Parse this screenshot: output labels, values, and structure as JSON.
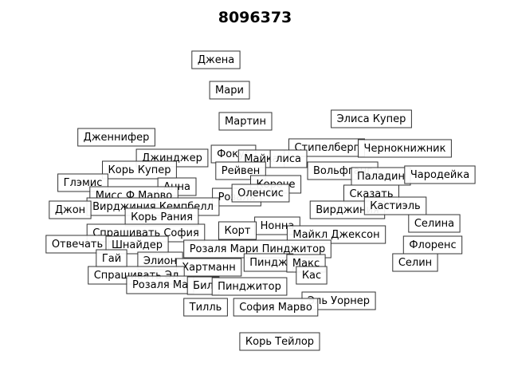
{
  "title": "8096373",
  "colors": {
    "edge": "#d98be0",
    "node_fill": "#ffffff",
    "node_border": "#333333",
    "text": "#000000"
  },
  "nodes": [
    {
      "id": "n01",
      "label": "Джена"
    },
    {
      "id": "n02",
      "label": "Мари"
    },
    {
      "id": "n03",
      "label": "Мартин"
    },
    {
      "id": "n04",
      "label": "Элиса Купер"
    },
    {
      "id": "n05",
      "label": "Дженнифер"
    },
    {
      "id": "n06",
      "label": "Стипелберг"
    },
    {
      "id": "n07",
      "label": "Чернокнижник"
    },
    {
      "id": "n08",
      "label": "Фокус"
    },
    {
      "id": "n09",
      "label": "Джинджер"
    },
    {
      "id": "n10",
      "label": "Майка"
    },
    {
      "id": "n11",
      "label": "лиса"
    },
    {
      "id": "n12",
      "label": "Корь Купер"
    },
    {
      "id": "n13",
      "label": "Рейвен"
    },
    {
      "id": "n14",
      "label": "Вольфганг"
    },
    {
      "id": "n15",
      "label": "Паладин"
    },
    {
      "id": "n16",
      "label": "Чародейка"
    },
    {
      "id": "n17",
      "label": "Глэмис"
    },
    {
      "id": "n18",
      "label": "Короче"
    },
    {
      "id": "n19",
      "label": "Анна"
    },
    {
      "id": "n20",
      "label": "Сказать"
    },
    {
      "id": "n21",
      "label": "Мисс Ф Марво"
    },
    {
      "id": "n22",
      "label": "Розаля"
    },
    {
      "id": "n23",
      "label": "Оленсис"
    },
    {
      "id": "n24",
      "label": "Вирджиния Кемпбелл"
    },
    {
      "id": "n25",
      "label": "Вирджиния"
    },
    {
      "id": "n26",
      "label": "Кастиэль"
    },
    {
      "id": "n27",
      "label": "Джон"
    },
    {
      "id": "n28",
      "label": "Корь Рания"
    },
    {
      "id": "n29",
      "label": "Селина"
    },
    {
      "id": "n30",
      "label": "Нонна"
    },
    {
      "id": "n31",
      "label": "Спрашивать София"
    },
    {
      "id": "n32",
      "label": "Корт"
    },
    {
      "id": "n33",
      "label": "Майкл Джексон"
    },
    {
      "id": "n34",
      "label": "Отвечать"
    },
    {
      "id": "n35",
      "label": "Шнайдер"
    },
    {
      "id": "n36",
      "label": "Флоренс"
    },
    {
      "id": "n37",
      "label": "Розаля Мари Пинджитор"
    },
    {
      "id": "n38",
      "label": "Гай"
    },
    {
      "id": "n39",
      "label": "Элион"
    },
    {
      "id": "n40",
      "label": "Пиндж"
    },
    {
      "id": "n41",
      "label": "Макс"
    },
    {
      "id": "n42",
      "label": "Селин"
    },
    {
      "id": "n43",
      "label": "Хартманн"
    },
    {
      "id": "n44",
      "label": "Спрашивать Эл"
    },
    {
      "id": "n45",
      "label": "Кас"
    },
    {
      "id": "n46",
      "label": "Розаля Ма"
    },
    {
      "id": "n47",
      "label": "Бил"
    },
    {
      "id": "n48",
      "label": "Пинджитор"
    },
    {
      "id": "n49",
      "label": "Эль Уорнер"
    },
    {
      "id": "n50",
      "label": "Тилль"
    },
    {
      "id": "n51",
      "label": "София Марво"
    },
    {
      "id": "n52",
      "label": "Корь Тейлор"
    }
  ],
  "edges": [
    [
      "n01",
      "n02"
    ],
    [
      "n02",
      "n03"
    ],
    [
      "n03",
      "n10"
    ],
    [
      "n10",
      "n22"
    ],
    [
      "n22",
      "n37"
    ],
    [
      "n04",
      "n06"
    ],
    [
      "n06",
      "n18"
    ],
    [
      "n18",
      "n30"
    ],
    [
      "n05",
      "n09"
    ],
    [
      "n09",
      "n13"
    ],
    [
      "n13",
      "n22"
    ],
    [
      "n07",
      "n14"
    ],
    [
      "n14",
      "n25"
    ],
    [
      "n25",
      "n33"
    ],
    [
      "n15",
      "n20"
    ],
    [
      "n20",
      "n26"
    ],
    [
      "n26",
      "n29"
    ],
    [
      "n29",
      "n36"
    ],
    [
      "n36",
      "n42"
    ],
    [
      "n25",
      "n36"
    ],
    [
      "n33",
      "n41"
    ],
    [
      "n41",
      "n45"
    ],
    [
      "n30",
      "n48"
    ],
    [
      "n48",
      "n51"
    ],
    [
      "n51",
      "n52"
    ],
    [
      "n37",
      "n48"
    ],
    [
      "n21",
      "n24"
    ],
    [
      "n24",
      "n28"
    ],
    [
      "n28",
      "n31"
    ],
    [
      "n31",
      "n35"
    ],
    [
      "n35",
      "n39"
    ],
    [
      "n39",
      "n43"
    ],
    [
      "n43",
      "n47"
    ],
    [
      "n47",
      "n50"
    ],
    [
      "n46",
      "n43"
    ],
    [
      "n17",
      "n24"
    ],
    [
      "n27",
      "n24"
    ],
    [
      "n34",
      "n35"
    ],
    [
      "n38",
      "n39"
    ],
    [
      "n44",
      "n43"
    ],
    [
      "n12",
      "n19"
    ],
    [
      "n19",
      "n22"
    ],
    [
      "n08",
      "n13"
    ],
    [
      "n11",
      "n18"
    ],
    [
      "n23",
      "n30"
    ],
    [
      "n32",
      "n37"
    ],
    [
      "n40",
      "n41"
    ],
    [
      "n48",
      "n49"
    ],
    [
      "n16",
      "n15"
    ],
    [
      "n22",
      "n30"
    ]
  ]
}
